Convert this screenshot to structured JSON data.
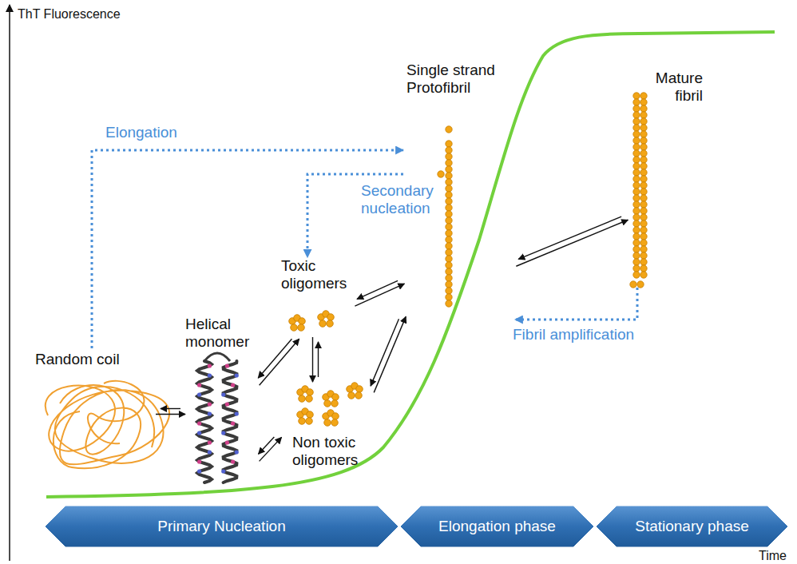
{
  "diagram": {
    "nodes": [
      {
        "text": [
          "Random coil"
        ]
      },
      {
        "text": [
          "Helical monomer"
        ]
      },
      {
        "text": [
          "Toxic oligomers"
        ]
      },
      {
        "text": [
          "Non toxic oligomers"
        ]
      },
      {
        "text": [
          "Single strand Protofibril"
        ]
      },
      {
        "text": [
          "Mature fibril"
        ]
      },
      {
        "text": [
          "Primary Nucleation"
        ]
      },
      {
        "text": [
          "Elongation phase"
        ]
      },
      {
        "text": [
          "Stationary phase"
        ]
      }
    ],
    "edges": [
      {
        "from": 0,
        "to": 4,
        "label": "Elongation",
        "arrow": "to"
      },
      {
        "from": 4,
        "to": 2,
        "label": "Secondary nucleation",
        "arrow": "to"
      },
      {
        "from": 5,
        "to": 4,
        "label": "Fibril amplification",
        "arrow": "to"
      },
      {
        "from": 0,
        "to": 1,
        "arrow": "both"
      },
      {
        "from": 1,
        "to": 2,
        "arrow": "both"
      },
      {
        "from": 1,
        "to": 3,
        "arrow": "both"
      },
      {
        "from": 2,
        "to": 3,
        "arrow": "both"
      },
      {
        "from": 2,
        "to": 4,
        "arrow": "both"
      },
      {
        "from": 3,
        "to": 4,
        "arrow": "both"
      },
      {
        "from": 4,
        "to": 5,
        "arrow": "both"
      }
    ],
    "labels": [
      "ThT Fluorescence",
      "Time"
    ]
  }
}
